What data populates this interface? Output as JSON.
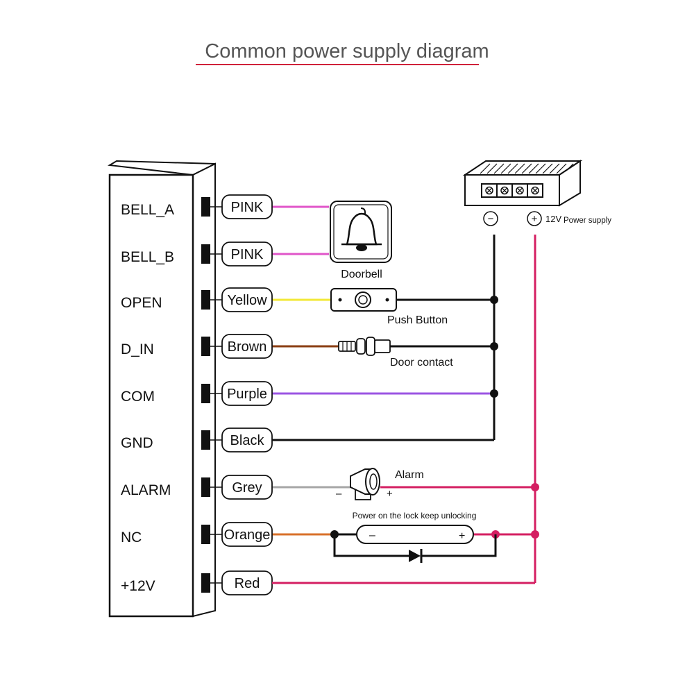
{
  "title": "Common power supply diagram",
  "controller": {
    "terminals": [
      {
        "label": "BELL_A",
        "wire": "PINK",
        "color": "#e055c9"
      },
      {
        "label": "BELL_B",
        "wire": "PINK",
        "color": "#e055c9"
      },
      {
        "label": "OPEN",
        "wire": "Yellow",
        "color": "#f2e836"
      },
      {
        "label": "D_IN",
        "wire": "Brown",
        "color": "#8a3d12"
      },
      {
        "label": "COM",
        "wire": "Purple",
        "color": "#9b55e3"
      },
      {
        "label": "GND",
        "wire": "Black",
        "color": "#111111"
      },
      {
        "label": "ALARM",
        "wire": "Grey",
        "color": "#a6a6a6"
      },
      {
        "label": "NC",
        "wire": "Orange",
        "color": "#d8702a"
      },
      {
        "label": "+12V",
        "wire": "Red",
        "color": "#d41f62"
      }
    ]
  },
  "devices": {
    "doorbell": "Doorbell",
    "push_button": "Push Button",
    "door_contact": "Door contact",
    "alarm": "Alarm",
    "alarm_minus": "–",
    "alarm_plus": "+",
    "lock_caption": "Power on the lock keep unlocking",
    "lock_minus": "–",
    "lock_plus": "+"
  },
  "power_supply": {
    "minus_symbol": "−",
    "plus_symbol": "+",
    "voltage": "12V",
    "caption": "Power supply"
  },
  "colors": {
    "common_ground": "#111111",
    "positive_rail": "#d41f62",
    "title_underline": "#d0213a"
  }
}
